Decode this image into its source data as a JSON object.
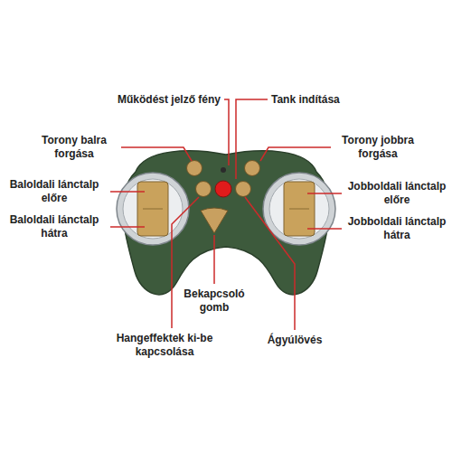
{
  "diagram": {
    "labels": [
      "Működést jelző fény",
      "Tank indítása",
      "Torony balra forgása",
      "Torony jobbra forgása",
      "Baloldali lánctalp előre",
      "Jobboldali lánctalp előre",
      "Baloldali lánctalp hátra",
      "Jobboldali lánctalp hátra",
      "Bekapcsoló gomb",
      "Hangeffektek ki-be kapcsolása",
      "Ágyúlövés"
    ]
  }
}
